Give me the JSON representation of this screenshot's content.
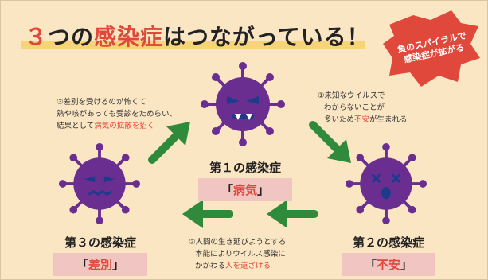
{
  "title": {
    "number": "３",
    "part1": "つの",
    "highlight": "感染症",
    "part2": "はつながっている！"
  },
  "badge": {
    "line1": "負のスパイラルで",
    "line2": "感染症が拡がる"
  },
  "infections": [
    {
      "title": "第１の感染症",
      "open": "「",
      "keyword": "病気",
      "close": "」"
    },
    {
      "title": "第２の感染症",
      "open": "「",
      "keyword": "不安",
      "close": "」"
    },
    {
      "title": "第３の感染症",
      "open": "「",
      "keyword": "差別",
      "close": "」"
    }
  ],
  "captions": {
    "c1": {
      "line1": "①未知なウイルスで",
      "line2": "わからないことが",
      "line3_pre": "多いため",
      "line3_red": "不安",
      "line3_post": "が生まれる"
    },
    "c2": {
      "line1": "②人間の生き延びようとする",
      "line2": "本能によりウイルス感染に",
      "line3_pre": "かかわる",
      "line3_red": "人を遠ざける",
      "line3_post": ""
    },
    "c3": {
      "line1": "③差別を受けるのが怖くて",
      "line2": "熱や咳があっても受診をためらい、",
      "line3_pre": "結果として",
      "line3_red": "病気の拡散を招く",
      "line3_post": ""
    }
  },
  "colors": {
    "background": "#fbe6c4",
    "accent_red": "#e0483b",
    "virus_purple": "#6a2e91",
    "arrow_green": "#2f8a3c",
    "label_pink": "#f1c6c2"
  }
}
